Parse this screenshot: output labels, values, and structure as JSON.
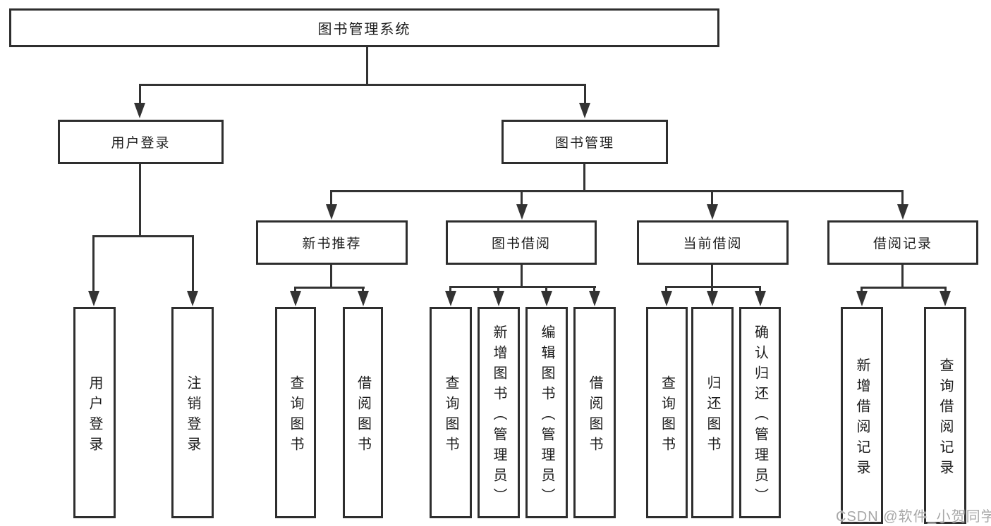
{
  "tree": {
    "label": "图书管理系统",
    "children": [
      {
        "label": "用户登录",
        "children": [
          {
            "label": "用户登录"
          },
          {
            "label": "注销登录"
          }
        ]
      },
      {
        "label": "图书管理",
        "children": [
          {
            "label": "新书推荐",
            "children": [
              {
                "label": "查询图书"
              },
              {
                "label": "借阅图书"
              }
            ]
          },
          {
            "label": "图书借阅",
            "children": [
              {
                "label": "查询图书"
              },
              {
                "label": "新增图书（管理员）"
              },
              {
                "label": "编辑图书（管理员）"
              },
              {
                "label": "借阅图书"
              }
            ]
          },
          {
            "label": "当前借阅",
            "children": [
              {
                "label": "查询图书"
              },
              {
                "label": "归还图书"
              },
              {
                "label": "确认归还（管理员）"
              }
            ]
          },
          {
            "label": "借阅记录",
            "children": [
              {
                "label": "新增借阅记录"
              },
              {
                "label": "查询借阅记录"
              }
            ]
          }
        ]
      }
    ]
  },
  "watermark": {
    "text": "CSDN @软件_小贺同学"
  },
  "colors": {
    "line": "#333333",
    "box_border": "#2e2e2e",
    "box_background": "#ffffff",
    "text": "#1c1c1c",
    "watermark": "#a8a8a8",
    "page_background": "#ffffff"
  }
}
